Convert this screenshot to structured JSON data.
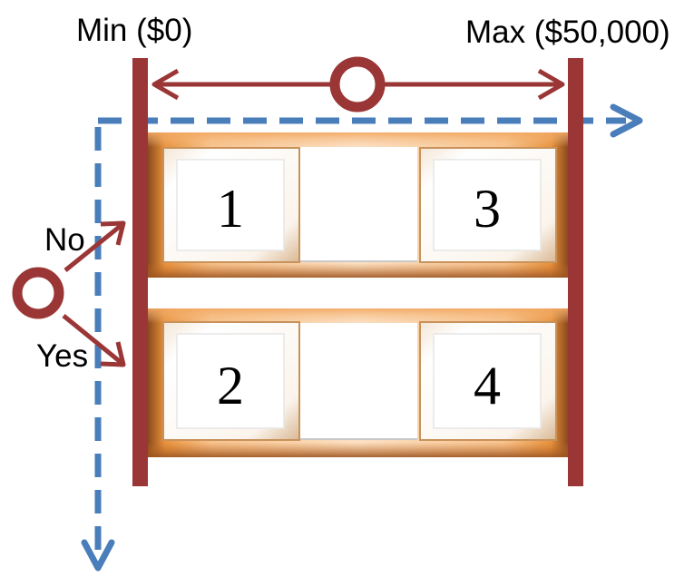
{
  "labels": {
    "min": "Min ($0)",
    "max": "Max ($50,000)",
    "no": "No",
    "yes": "Yes"
  },
  "cells": [
    "1",
    "3",
    "2",
    "4"
  ],
  "colors": {
    "bar": "#9B3636",
    "dashed_axis": "#4A7EBB",
    "frame_orange": "#E8923C",
    "cell_face": "#FFFFFF"
  }
}
